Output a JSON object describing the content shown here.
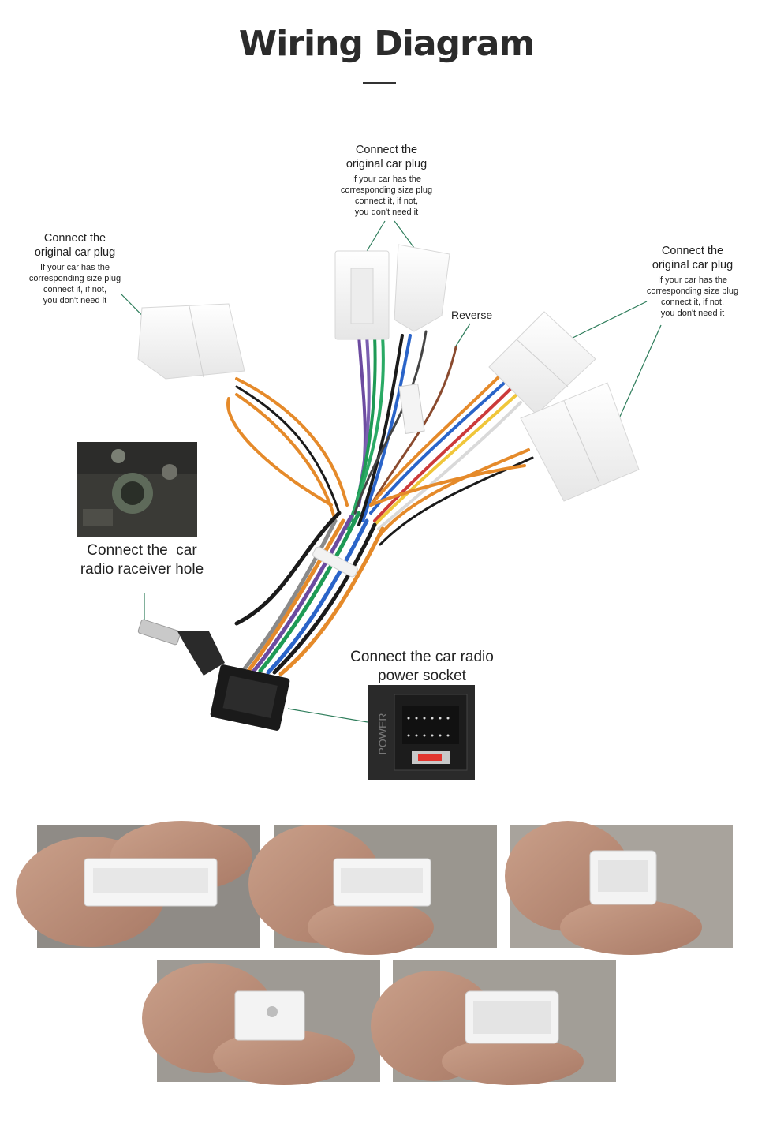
{
  "title": "Wiring Diagram",
  "labels": {
    "top": {
      "heading_1": "Connect the",
      "heading_2": "original car plug",
      "note_1": "If your car has the",
      "note_2": "corresponding size plug",
      "note_3": "connect it, if not,",
      "note_4": "you don't need it"
    },
    "left": {
      "heading_1": "Connect the",
      "heading_2": "original car plug",
      "note_1": "If your car has the",
      "note_2": "corresponding size plug",
      "note_3": "connect it, if not,",
      "note_4": "you don't need it"
    },
    "right": {
      "heading_1": "Connect the",
      "heading_2": "original car plug",
      "note_1": "If your car has the",
      "note_2": "corresponding size plug",
      "note_3": "connect it, if not,",
      "note_4": "you don't need it"
    },
    "reverse": "Reverse",
    "antenna_1": "Connect the  car",
    "antenna_2": "radio raceiver hole",
    "power_1": "Connect the car radio",
    "power_2": "power socket",
    "power_photo_text": "POWER"
  },
  "colors": {
    "leader_line": "#2e7d5b",
    "title_rule": "#333333",
    "background": "#ffffff"
  }
}
